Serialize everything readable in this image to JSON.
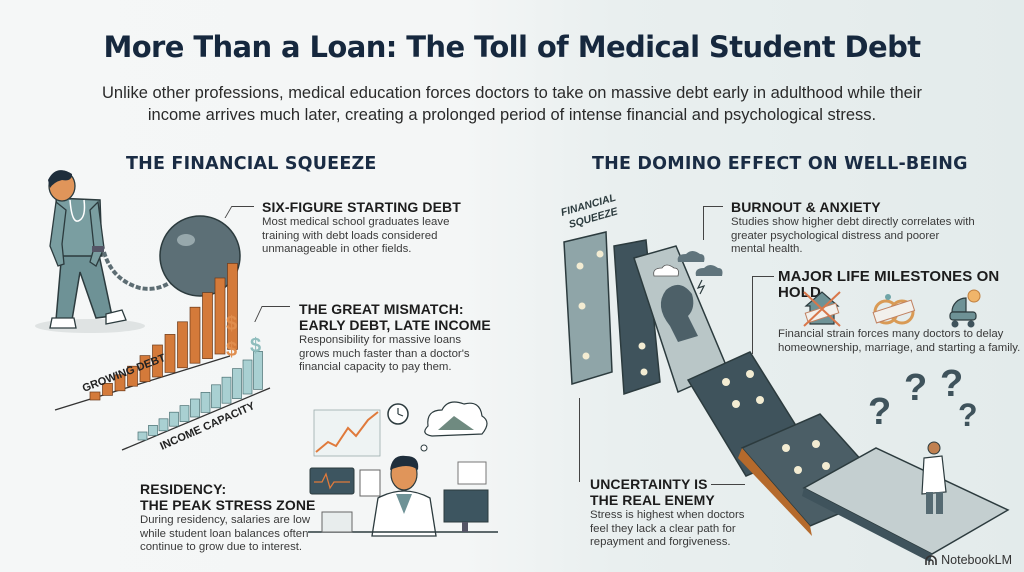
{
  "header": {
    "title": "More Than a Loan: The Toll of Medical Student Debt",
    "subtitle_line1": "Unlike other professions, medical education forces doctors to take on massive debt early in adulthood while their",
    "subtitle_line2": "income arrives much later, creating a prolonged period of intense financial and psychological stress."
  },
  "left_section": {
    "title": "THE FINANCIAL SQUEEZE",
    "items": [
      {
        "heading": "SIX-FIGURE STARTING DEBT",
        "body_lines": [
          "Most medical school graduates leave",
          "training with debt loads considered",
          "unmanageable in other fields."
        ]
      },
      {
        "heading_lines": [
          "THE GREAT MISMATCH:",
          "EARLY DEBT, LATE INCOME"
        ],
        "body_lines": [
          "Responsibility for massive loans",
          "grows much faster than a doctor's",
          "financial capacity to pay them."
        ]
      },
      {
        "heading_lines": [
          "RESIDENCY:",
          "THE PEAK STRESS ZONE"
        ],
        "body_lines": [
          "During residency, salaries are low",
          "while student loan balances often",
          "continue to grow due to interest."
        ]
      }
    ],
    "chart_labels": {
      "debt": "GROWING DEBT",
      "income": "INCOME CAPACITY",
      "currency_symbol": "$"
    }
  },
  "right_section": {
    "title": "THE DOMINO EFFECT ON WELL-BEING",
    "domino_label_lines": [
      "FINANCIAL",
      "SQUEEZE"
    ],
    "items": [
      {
        "heading": "BURNOUT & ANXIETY",
        "body_lines": [
          "Studies show higher debt directly correlates with",
          "greater psychological distress and poorer",
          "mental health."
        ]
      },
      {
        "heading": "MAJOR LIFE MILESTONES ON HOLD",
        "icons": [
          "house-crossed-icon",
          "rings-crossed-icon",
          "stroller-clock-icon"
        ],
        "body_lines": [
          "Financial strain forces many doctors to delay",
          "homeownership, marriage, and starting a family."
        ]
      },
      {
        "heading_lines": [
          "UNCERTAINTY IS",
          "THE REAL ENEMY"
        ],
        "body_lines": [
          "Stress is highest when doctors",
          "feel they lack a clear path for",
          "repayment and forgiveness."
        ]
      }
    ],
    "question_mark": "?"
  },
  "footer": {
    "brand": "NotebookLM"
  },
  "colors": {
    "title": "#16283e",
    "debt_orange": "#d47a3a",
    "income_teal": "#a9d0d2",
    "scrubs": "#6e9296",
    "domino_dark": "#3f535c",
    "domino_light": "#8fa5a8"
  }
}
